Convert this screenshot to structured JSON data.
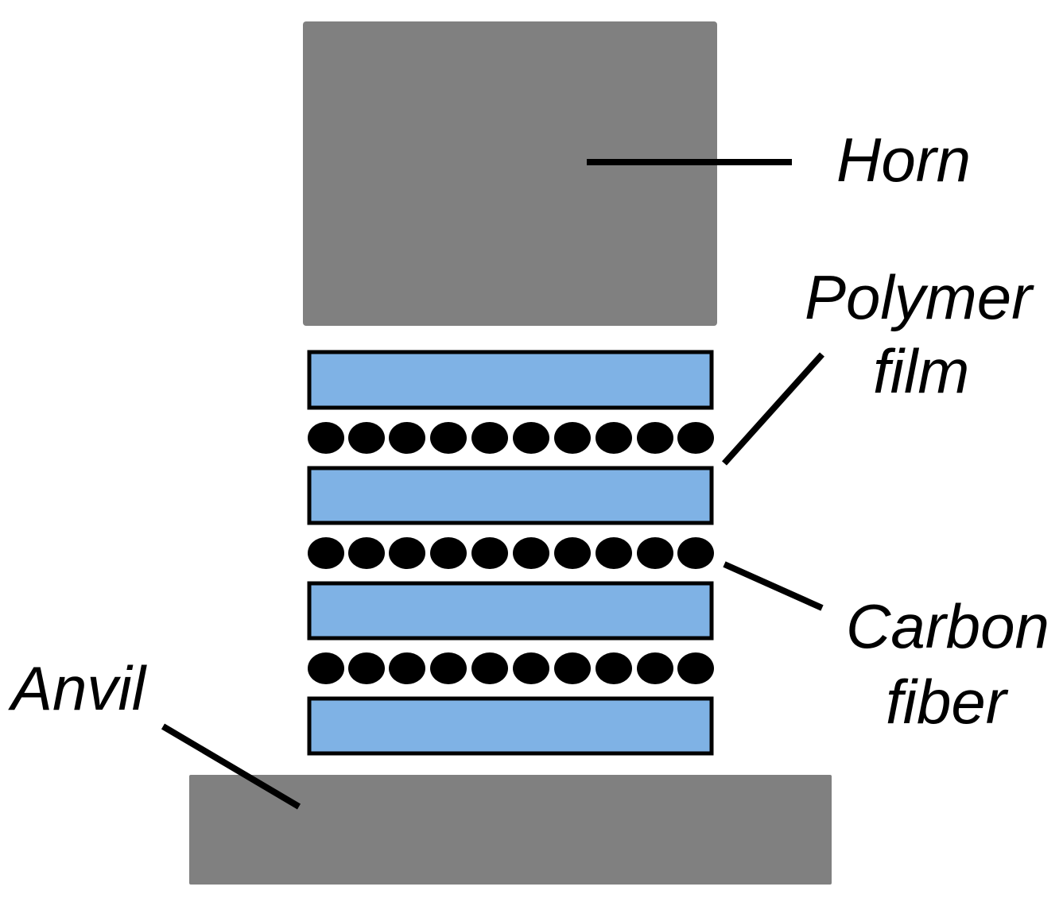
{
  "labels": {
    "horn": "Horn",
    "polymer_line1": "Polymer",
    "polymer_line2": "film",
    "carbon_line1": "Carbon",
    "carbon_line2": "fiber",
    "anvil": "Anvil"
  },
  "colors": {
    "tool_gray": "#808080",
    "film_blue": "#7fb2e5",
    "fiber_black": "#000000",
    "text_black": "#000000",
    "background": "#ffffff"
  },
  "structure": {
    "polymer_film_layers": 4,
    "carbon_fiber_rows": 3,
    "fibers_per_row": 10
  }
}
